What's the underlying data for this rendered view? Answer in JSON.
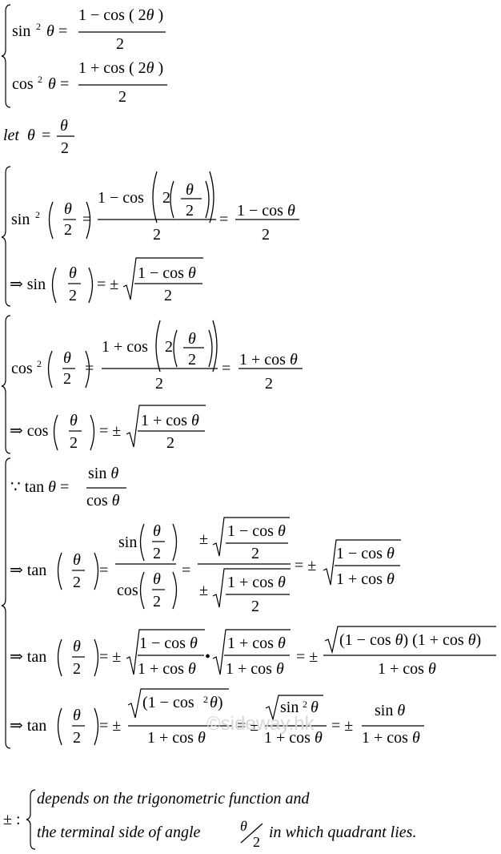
{
  "formulas": {
    "sin_sq": "sin² θ = (1 − cos(2θ)) / 2",
    "cos_sq": "cos² θ = (1 + cos(2θ)) / 2",
    "let": "let θ = θ/2",
    "sin_half_1": "sin²(θ/2) = (1 − cos(2(θ/2))) / 2 = (1 − cos θ) / 2",
    "sin_half_2": "⇒ sin(θ/2) = ± √((1 − cos θ) / 2)",
    "cos_half_1": "cos²(θ/2) = (1 + cos(2(θ/2))) / 2 = (1 + cos θ) / 2",
    "cos_half_2": "⇒ cos(θ/2) = ± √((1 + cos θ) / 2)",
    "tan_1": "∵ tan θ = sin θ / cos θ",
    "tan_2": "⇒ tan(θ/2) = sin(θ/2) / cos(θ/2) = ±√((1 − cos θ)/2) / ±√((1 + cos θ)/2) = ± √((1 − cos θ) / (1 + cos θ))",
    "tan_3": "⇒ tan(θ/2) = ± √(1 − cos θ)/(1 + cos θ) • √(1 + cos θ)/(1 + cos θ) = ± √((1 − cos θ)(1 + cos θ)) / (1 + cos θ)",
    "tan_4": "⇒ tan(θ/2) = ± √(1 − cos² θ) / (1 + cos θ) = ± √(sin² θ) / (1 + cos θ) = ± sin θ / (1 + cos θ)"
  },
  "note": {
    "symbol": "± :",
    "line1": "depends on the trigonometric function and",
    "line2_a": "the terminal side of angle",
    "line2_b": "in which quadrant lies.",
    "frac_num": "θ",
    "frac_den": "2"
  },
  "watermark": "©sideway.hk"
}
